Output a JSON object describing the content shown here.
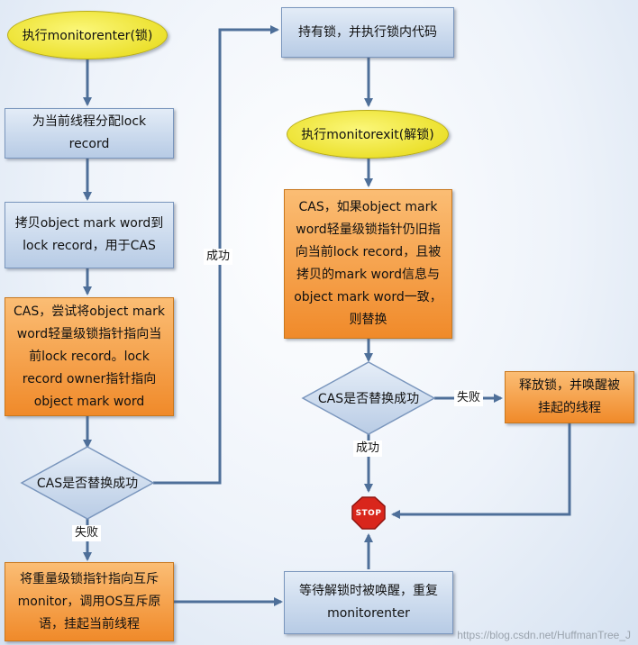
{
  "nodes": {
    "start": "执行monitorenter(锁)",
    "alloc": "为当前线程分配lock\nrecord",
    "copy": "拷贝object mark word到\nlock record，用于CAS",
    "cas_try": "CAS，尝试将object mark\nword轻量级锁指针指向当\n前lock record。lock\nrecord owner指针指向\nobject mark word",
    "decision_left": "CAS是否替换成功",
    "inflate": "将重量级锁指针指向互斥\nmonitor，调用OS互斥原\n语，挂起当前线程",
    "wait": "等待解锁时被唤醒，重复\nmonitorenter",
    "hold": "持有锁，并执行锁内代码",
    "exit": "执行monitorexit(解锁)",
    "cas_release": "CAS，如果object mark\nword轻量级锁指针仍旧指\n向当前lock record，且被\n拷贝的mark word信息与\nobject mark word一致，\n则替换",
    "decision_right": "CAS是否替换成功",
    "release": "释放锁，并唤醒被\n挂起的线程",
    "stop": "STOP"
  },
  "edge_labels": {
    "success_up": "成功",
    "fail_left": "失败",
    "fail_right": "失败",
    "success_down": "成功"
  },
  "watermark": "https://blog.csdn.net/HuffmanTree_J",
  "colors": {
    "process_blue": "#b7cbe5",
    "process_orange": "#f08a2a",
    "terminal_yellow": "#ece12f",
    "stop_red": "#d9261c",
    "arrow": "#4e6f99"
  }
}
